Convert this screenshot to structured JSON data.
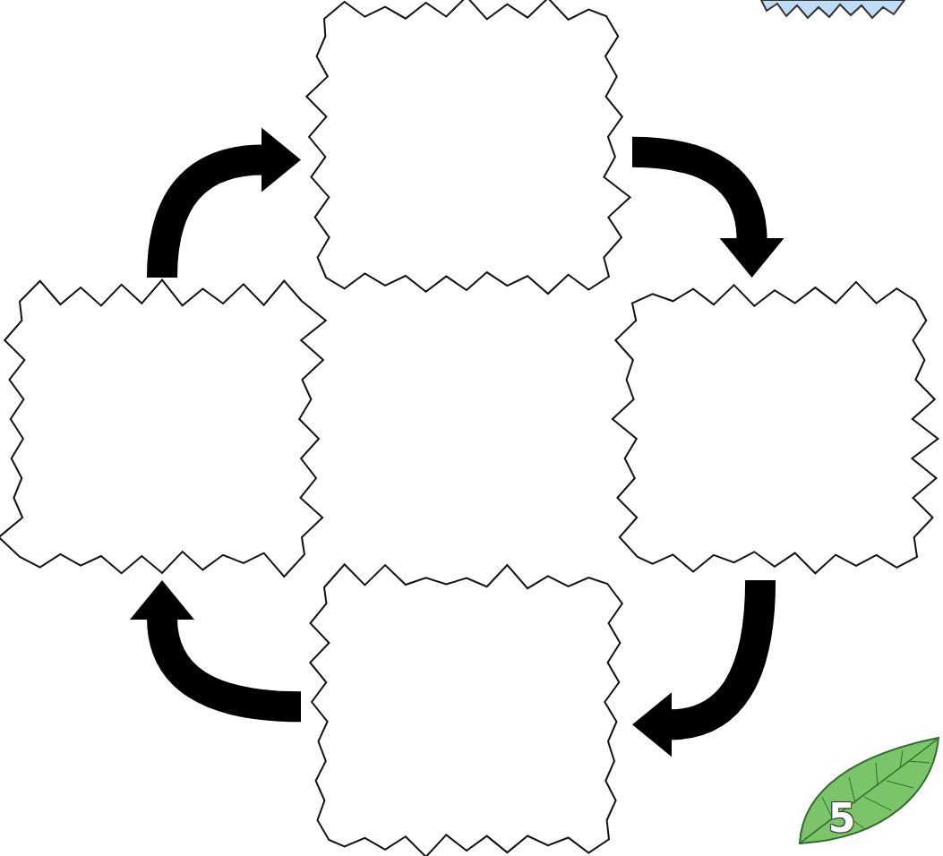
{
  "diagram": {
    "nodes": [
      {
        "text": []
      },
      {
        "text": []
      },
      {
        "text": []
      },
      {
        "text": []
      }
    ],
    "edges": [
      {
        "from": 0,
        "to": 1,
        "arrow": "to"
      },
      {
        "from": 1,
        "to": 2,
        "arrow": "to"
      },
      {
        "from": 2,
        "to": 3,
        "arrow": "to"
      },
      {
        "from": 3,
        "to": 0,
        "arrow": "to"
      }
    ],
    "labels": [
      "5"
    ]
  }
}
